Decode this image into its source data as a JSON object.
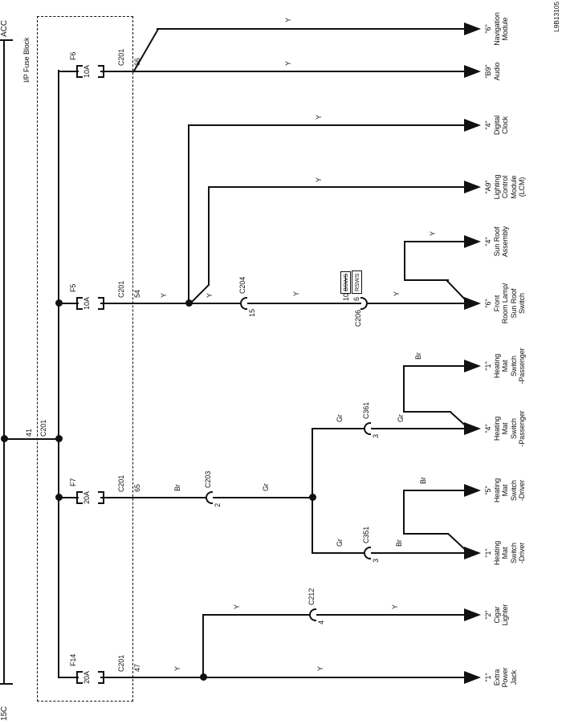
{
  "diagram": {
    "power_rail": {
      "left_label": "15C",
      "right_label": "ACC"
    },
    "sheet_code": "L9B13105",
    "fuse_block": {
      "title": "I/P Fuse Block",
      "feed_pin": "41",
      "feed_connector": "C201",
      "fuses": [
        {
          "id": "F6",
          "rating": "10A",
          "out_connector": "C201",
          "out_pin": "66"
        },
        {
          "id": "F5",
          "rating": "10A",
          "out_connector": "C201",
          "out_pin": "54"
        },
        {
          "id": "F7",
          "rating": "20A",
          "out_connector": "C201",
          "out_pin": "65"
        },
        {
          "id": "F14",
          "rating": "20A",
          "out_connector": "C201",
          "out_pin": "47"
        }
      ]
    },
    "connectors": {
      "c204": {
        "name": "C204",
        "pin": "15"
      },
      "c206": {
        "name": "C206",
        "pin_a": "10",
        "pin_b": "6",
        "opt_struck": "BSWS",
        "opt": "RSWS"
      },
      "c203": {
        "name": "C203",
        "pin": "2"
      },
      "c361": {
        "name": "C361",
        "pin": "3"
      },
      "c351": {
        "name": "C351",
        "pin": "3"
      },
      "c212": {
        "name": "C212",
        "pin": "4"
      }
    },
    "wire_colors": {
      "y": "Y",
      "br": "Br",
      "gr": "Gr"
    },
    "components": [
      {
        "pin": "\"6\"",
        "name": "Navigation\nModule"
      },
      {
        "pin": "\"B9\"",
        "name": "Audio"
      },
      {
        "pin": "\"4\"",
        "name": "Digital\nClock"
      },
      {
        "pin": "\"A9\"",
        "name": "Lighting\nControl\nModule\n(LCM)"
      },
      {
        "pin": "\"4\"",
        "name": "Sun Roof\nAssembly"
      },
      {
        "pin": "\"6\"",
        "name": "Front\nRoom Lamp/\nSun Roof\nSwitch"
      },
      {
        "pin": "\"1\"",
        "name": "Heating\nMat\nSwitch\n-Passenger"
      },
      {
        "pin": "\"4\"",
        "name": "Heating\nMat\nSwitch\n-Passenger"
      },
      {
        "pin": "\"5\"",
        "name": "Heating\nMat\nSwitch\n-Driver"
      },
      {
        "pin": "\"1\"",
        "name": "Heating\nMat\nSwitch\n-Driver"
      },
      {
        "pin": "\"2\"",
        "name": "Cigar\nLighter"
      },
      {
        "pin": "\"1\"",
        "name": "Extra\nPower\nJack"
      }
    ]
  }
}
